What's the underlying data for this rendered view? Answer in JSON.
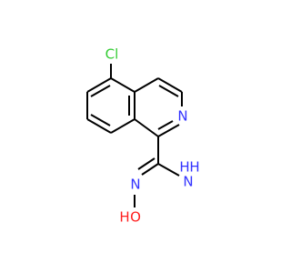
{
  "molecule": {
    "atoms": {
      "chlorine": {
        "symbol": "Cl",
        "color": "#33cc33"
      },
      "ring_nitrogen": {
        "symbol": "N",
        "color": "#3333ff"
      },
      "imine_nitrogen": {
        "symbol": "N",
        "color": "#3333ff"
      },
      "amine_nitrogen": {
        "symbol": "N",
        "color": "#3333ff"
      },
      "amine_hydrogen_1": {
        "symbol": "H",
        "color": "#3333ff"
      },
      "amine_hydrogen_2": {
        "symbol": "H",
        "color": "#3333ff"
      },
      "hydroxyl_oxygen": {
        "symbol": "O",
        "color": "#ff2020"
      },
      "hydroxyl_hydrogen": {
        "symbol": "H",
        "color": "#ff2020"
      }
    },
    "bond_color": "#000000"
  }
}
